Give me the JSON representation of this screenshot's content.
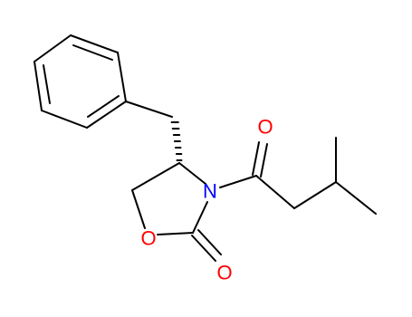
{
  "molecule": {
    "atoms": [
      {
        "id": "O_carbonyl_acyl",
        "label": "O",
        "color": "#ff0000"
      },
      {
        "id": "N_ring",
        "label": "N",
        "color": "#0000ff"
      },
      {
        "id": "O_ring",
        "label": "O",
        "color": "#ff0000"
      },
      {
        "id": "O_carbonyl_ring",
        "label": "O",
        "color": "#ff0000"
      }
    ],
    "stereo": {
      "type": "hashed-wedge",
      "description": "stereocenter"
    },
    "bond_color": "#000000"
  }
}
